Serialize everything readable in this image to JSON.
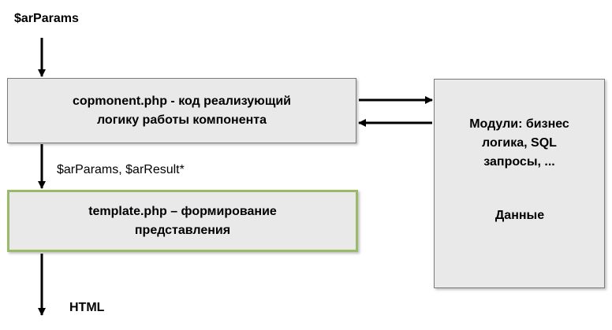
{
  "labels": {
    "input_params": "$arParams",
    "passed_data": "$arParams, $arResult*",
    "output": "HTML"
  },
  "boxes": {
    "component": "copmonent.php - код реализующий\nлогику работы компонента",
    "template": "template.php – формирование\nпредставления",
    "modules": "Модули: бизнес\nлогика, SQL\nзапросы, ..."
  },
  "database": {
    "label": "Данные"
  },
  "colors": {
    "box_fill": "#e9e9e9",
    "box_border": "#7a7a7a",
    "template_border": "#9aba6a",
    "arrow": "#000000"
  }
}
